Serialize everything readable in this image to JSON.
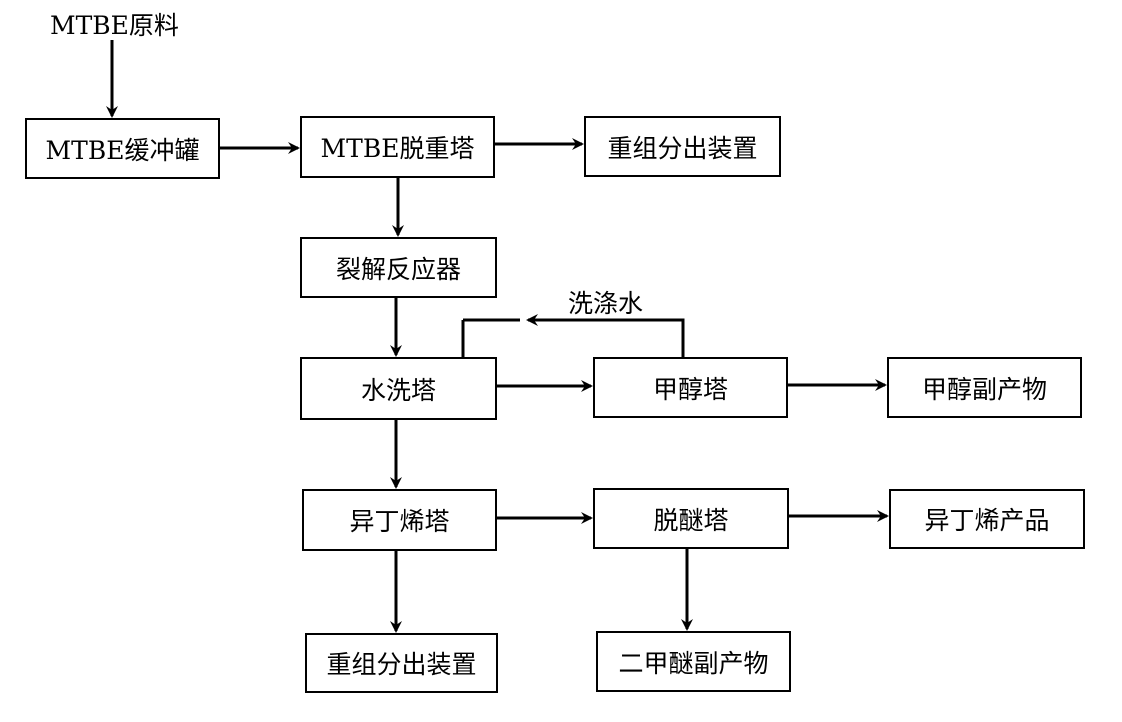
{
  "diagram": {
    "source_label": "MTBE原料",
    "wash_water_label": "洗涤水",
    "nodes": {
      "buffer_tank": "MTBE缓冲罐",
      "deheavy_tower": "MTBE脱重塔",
      "heavy_out_top": "重组分出装置",
      "cracking_reactor": "裂解反应器",
      "water_wash_tower": "水洗塔",
      "methanol_tower": "甲醇塔",
      "methanol_byproduct": "甲醇副产物",
      "isobutene_tower": "异丁烯塔",
      "deether_tower": "脱醚塔",
      "isobutene_product": "异丁烯产品",
      "heavy_out_bottom": "重组分出装置",
      "dme_byproduct": "二甲醚副产物"
    }
  }
}
